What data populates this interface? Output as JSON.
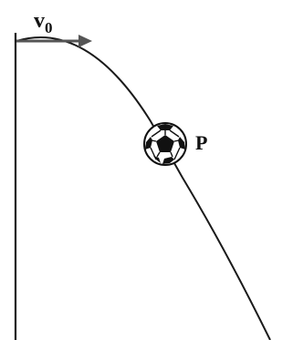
{
  "labels": {
    "velocity": "v",
    "velocity_subscript": "0",
    "point": "P"
  },
  "icons": {
    "ball": "soccer-ball-icon",
    "arrow": "velocity-arrow-icon"
  },
  "colors": {
    "line": "#1a1a1a",
    "arrow": "#555555",
    "background": "#ffffff"
  }
}
